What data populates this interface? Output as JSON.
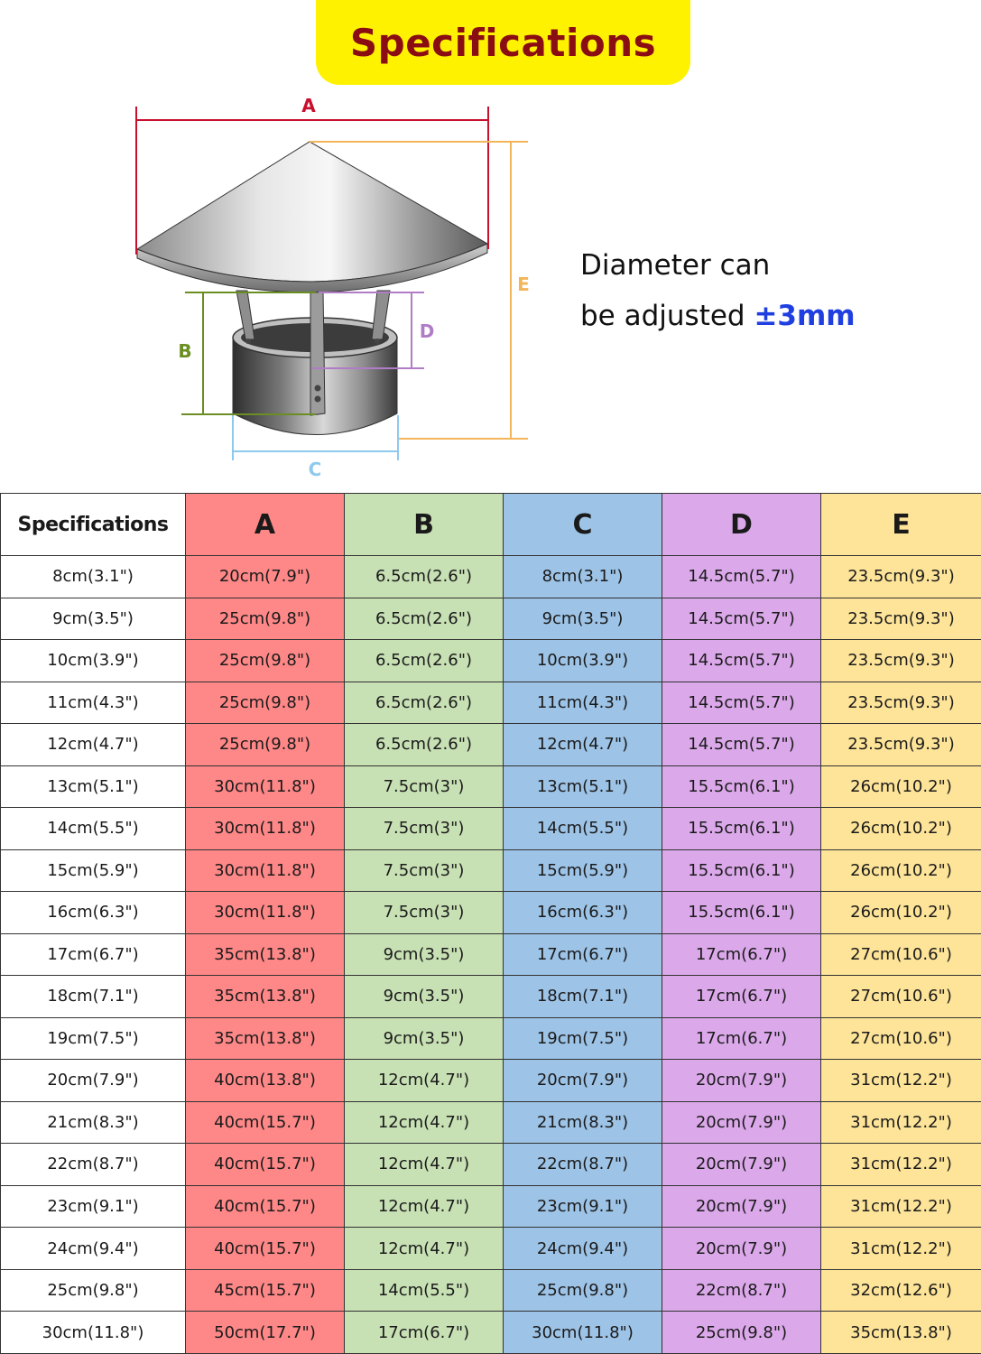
{
  "title": "Specifications",
  "diagram": {
    "labels": {
      "a": "A",
      "b": "B",
      "c": "C",
      "d": "D",
      "e": "E"
    },
    "colors": {
      "a": "#c8102e",
      "b": "#6b8e23",
      "c": "#8ec9ee",
      "d": "#b07cc6",
      "e": "#f3b55a"
    }
  },
  "note": {
    "line1": "Diameter can",
    "line2_prefix": "be adjusted ",
    "line2_accent": "±3mm"
  },
  "table": {
    "headers": [
      "Specifications",
      "A",
      "B",
      "C",
      "D",
      "E"
    ],
    "column_colors": [
      "#ffffff",
      "#fe8787",
      "#c7e0b4",
      "#9dc3e6",
      "#dba8ea",
      "#fde499"
    ],
    "rows": [
      [
        "8cm(3.1\")",
        "20cm(7.9\")",
        "6.5cm(2.6\")",
        "8cm(3.1\")",
        "14.5cm(5.7\")",
        "23.5cm(9.3\")"
      ],
      [
        "9cm(3.5\")",
        "25cm(9.8\")",
        "6.5cm(2.6\")",
        "9cm(3.5\")",
        "14.5cm(5.7\")",
        "23.5cm(9.3\")"
      ],
      [
        "10cm(3.9\")",
        "25cm(9.8\")",
        "6.5cm(2.6\")",
        "10cm(3.9\")",
        "14.5cm(5.7\")",
        "23.5cm(9.3\")"
      ],
      [
        "11cm(4.3\")",
        "25cm(9.8\")",
        "6.5cm(2.6\")",
        "11cm(4.3\")",
        "14.5cm(5.7\")",
        "23.5cm(9.3\")"
      ],
      [
        "12cm(4.7\")",
        "25cm(9.8\")",
        "6.5cm(2.6\")",
        "12cm(4.7\")",
        "14.5cm(5.7\")",
        "23.5cm(9.3\")"
      ],
      [
        "13cm(5.1\")",
        "30cm(11.8\")",
        "7.5cm(3\")",
        "13cm(5.1\")",
        "15.5cm(6.1\")",
        "26cm(10.2\")"
      ],
      [
        "14cm(5.5\")",
        "30cm(11.8\")",
        "7.5cm(3\")",
        "14cm(5.5\")",
        "15.5cm(6.1\")",
        "26cm(10.2\")"
      ],
      [
        "15cm(5.9\")",
        "30cm(11.8\")",
        "7.5cm(3\")",
        "15cm(5.9\")",
        "15.5cm(6.1\")",
        "26cm(10.2\")"
      ],
      [
        "16cm(6.3\")",
        "30cm(11.8\")",
        "7.5cm(3\")",
        "16cm(6.3\")",
        "15.5cm(6.1\")",
        "26cm(10.2\")"
      ],
      [
        "17cm(6.7\")",
        "35cm(13.8\")",
        "9cm(3.5\")",
        "17cm(6.7\")",
        "17cm(6.7\")",
        "27cm(10.6\")"
      ],
      [
        "18cm(7.1\")",
        "35cm(13.8\")",
        "9cm(3.5\")",
        "18cm(7.1\")",
        "17cm(6.7\")",
        "27cm(10.6\")"
      ],
      [
        "19cm(7.5\")",
        "35cm(13.8\")",
        "9cm(3.5\")",
        "19cm(7.5\")",
        "17cm(6.7\")",
        "27cm(10.6\")"
      ],
      [
        "20cm(7.9\")",
        "40cm(13.8\")",
        "12cm(4.7\")",
        "20cm(7.9\")",
        "20cm(7.9\")",
        "31cm(12.2\")"
      ],
      [
        "21cm(8.3\")",
        "40cm(15.7\")",
        "12cm(4.7\")",
        "21cm(8.3\")",
        "20cm(7.9\")",
        "31cm(12.2\")"
      ],
      [
        "22cm(8.7\")",
        "40cm(15.7\")",
        "12cm(4.7\")",
        "22cm(8.7\")",
        "20cm(7.9\")",
        "31cm(12.2\")"
      ],
      [
        "23cm(9.1\")",
        "40cm(15.7\")",
        "12cm(4.7\")",
        "23cm(9.1\")",
        "20cm(7.9\")",
        "31cm(12.2\")"
      ],
      [
        "24cm(9.4\")",
        "40cm(15.7\")",
        "12cm(4.7\")",
        "24cm(9.4\")",
        "20cm(7.9\")",
        "31cm(12.2\")"
      ],
      [
        "25cm(9.8\")",
        "45cm(15.7\")",
        "14cm(5.5\")",
        "25cm(9.8\")",
        "22cm(8.7\")",
        "32cm(12.6\")"
      ],
      [
        "30cm(11.8\")",
        "50cm(17.7\")",
        "17cm(6.7\")",
        "30cm(11.8\")",
        "25cm(9.8\")",
        "35cm(13.8\")"
      ]
    ]
  }
}
